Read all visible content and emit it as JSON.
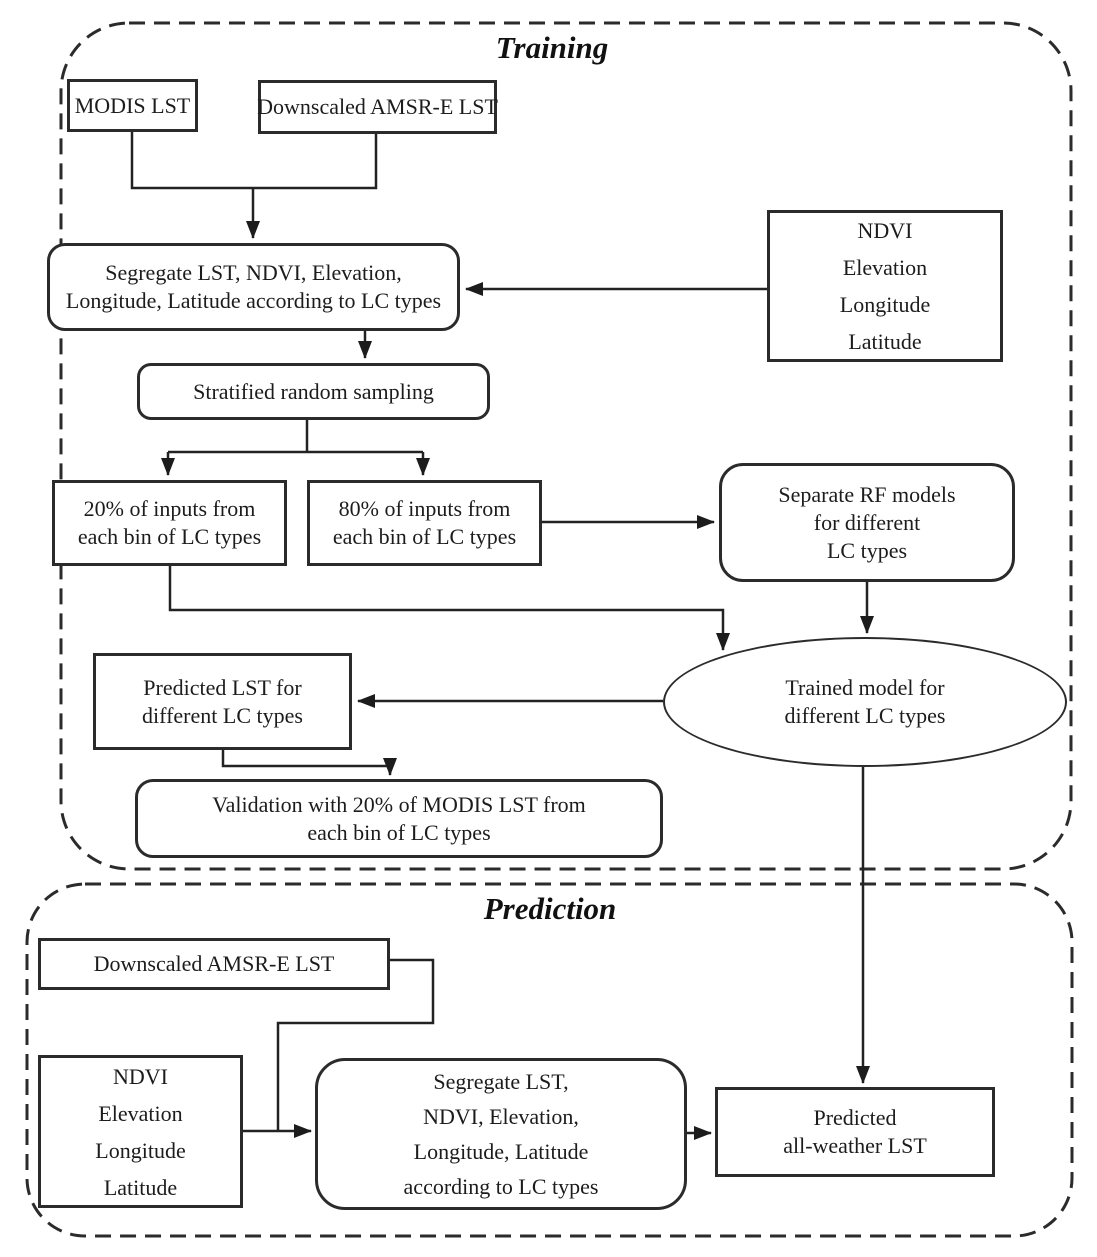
{
  "colors": {
    "stroke": "#2b2b2b",
    "text": "#1c1c1c",
    "background": "#ffffff"
  },
  "training": {
    "title": "Training",
    "modis": "MODIS LST",
    "amsr": "Downscaled AMSR-E LST",
    "ndvi": [
      "NDVI",
      "Elevation",
      "Longitude",
      "Latitude"
    ],
    "segregate": [
      "Segregate LST, NDVI, Elevation,",
      "Longitude, Latitude according to LC types"
    ],
    "stratified": "Stratified random sampling",
    "pct20": [
      "20% of inputs from",
      "each bin of LC types"
    ],
    "pct80": [
      "80% of inputs from",
      "each bin of LC types"
    ],
    "rf_models": [
      "Separate RF models",
      "for different",
      "LC types"
    ],
    "trained_model": [
      "Trained model for",
      "different LC types"
    ],
    "predicted_lst": [
      "Predicted LST for",
      "different LC types"
    ],
    "validation": [
      "Validation with 20% of MODIS LST from",
      "each bin of LC types"
    ]
  },
  "prediction": {
    "title": "Prediction",
    "amsr": "Downscaled AMSR-E LST",
    "ndvi": [
      "NDVI",
      "Elevation",
      "Longitude",
      "Latitude"
    ],
    "segregate": [
      "Segregate LST,",
      "NDVI, Elevation,",
      "Longitude, Latitude",
      "according to LC types"
    ],
    "predicted_all_weather": [
      "Predicted",
      "all-weather LST"
    ]
  }
}
